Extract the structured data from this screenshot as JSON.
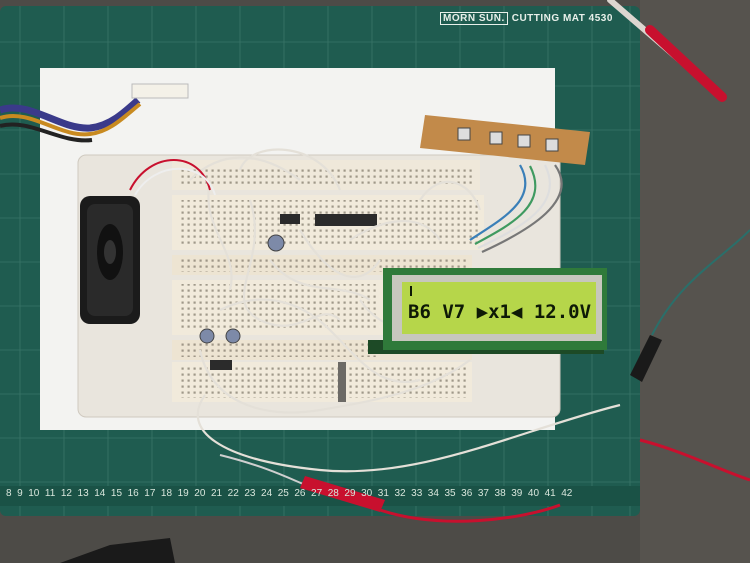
{
  "mat": {
    "brand": "MORN SUN.",
    "model": "CUTTING MAT 4530",
    "ruler": "8  9  10  11  12  13  14  15  16  17  18  19  20  21  22  23  24  25  26  27  28  29  30  31  32  33  34  35  36  37  38  39  40  41  42"
  },
  "lcd": {
    "text": "B6 V7 ▶x1◀ 12.0V",
    "backlight_color": "#b6d64a"
  },
  "colors": {
    "mat": "#1f5c50",
    "breadboard": "#ece7de",
    "paper": "#f3f3f1",
    "wire_red": "#c8102e",
    "lcd_pcb": "#2f7a3a"
  }
}
